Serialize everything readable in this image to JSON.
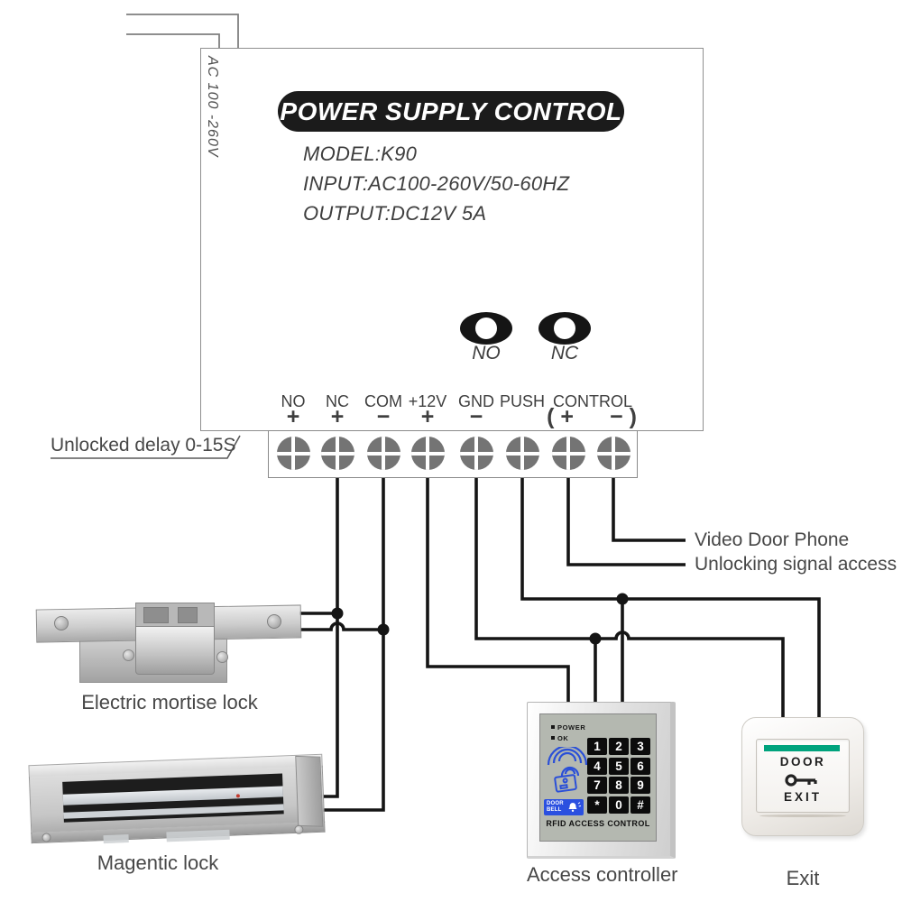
{
  "colors": {
    "wire": "#151515",
    "thin_line": "#7f7f7f",
    "label_text": "#474747",
    "title_bg": "#1b1b1b",
    "title_text": "#ffffff",
    "screw_gray": "#757575",
    "controller_blue": "#2b50e0",
    "exit_green_bar": "#00a37d"
  },
  "power_box": {
    "title": "POWER SUPPLY CONTROL",
    "specs": [
      "MODEL:K90",
      "INPUT:AC100-260V/50-60HZ",
      "OUTPUT:DC12V 5A"
    ],
    "ac_input_label": "AC 100 -260V",
    "jumpers": [
      {
        "label": "NO"
      },
      {
        "label": "NC"
      }
    ]
  },
  "terminal_block": {
    "labels": [
      "NO",
      "NC",
      "COM",
      "+12V",
      "GND",
      "PUSH",
      "CONTROL"
    ],
    "signs": [
      "+",
      "+",
      "−",
      "+",
      "−",
      "( +",
      "− )"
    ]
  },
  "callouts": {
    "unlocked_delay": "Unlocked delay 0-15S",
    "video_door_phone": "Video Door Phone",
    "unlocking_signal_access": "Unlocking signal access"
  },
  "device_labels": {
    "mortise_lock": "Electric mortise lock",
    "magnetic_lock": "Magentic lock",
    "access_controller": "Access controller",
    "exit_button": "Exit"
  },
  "access_controller": {
    "power_led": "POWER",
    "ok_led": "OK",
    "door_bell_line1": "DOOR",
    "door_bell_line2": "BELL",
    "keys": [
      "1",
      "2",
      "3",
      "4",
      "5",
      "6",
      "7",
      "8",
      "9",
      "*",
      "0",
      "#"
    ],
    "caption": "RFID ACCESS CONTROL"
  },
  "exit_button": {
    "line1": "DOOR",
    "line2": "EXIT"
  }
}
